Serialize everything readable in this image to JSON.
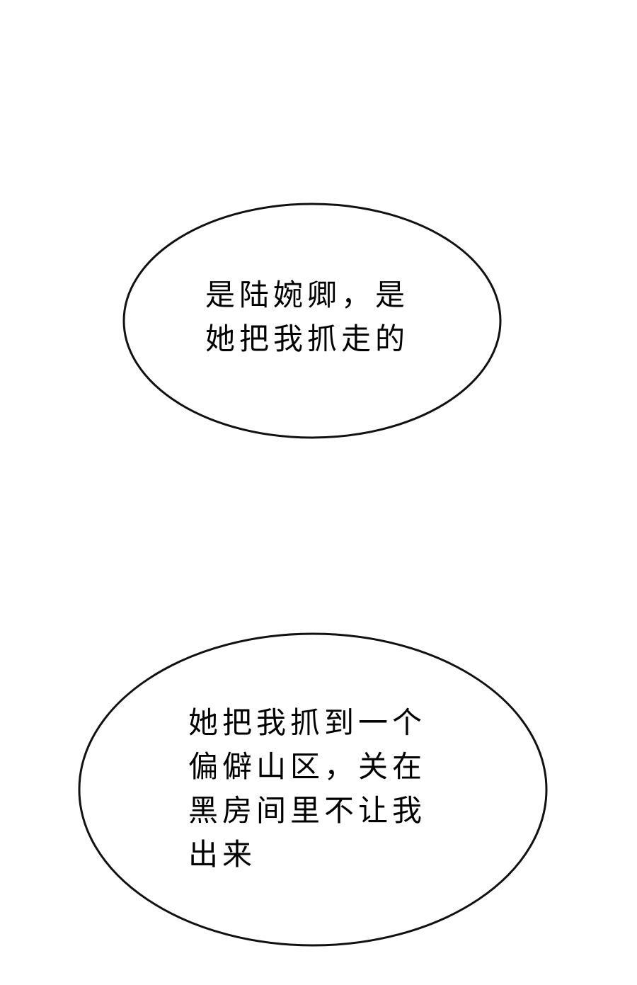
{
  "panel": {
    "background": "#ffffff",
    "stroke_color": "#111111"
  },
  "bubbles": [
    {
      "lines": [
        "是陆婉卿，是",
        "她把我抓走的"
      ]
    },
    {
      "lines": [
        "她把我抓到一个",
        "偏僻山区，关在",
        "黑房间里不让我",
        "出来"
      ]
    }
  ]
}
